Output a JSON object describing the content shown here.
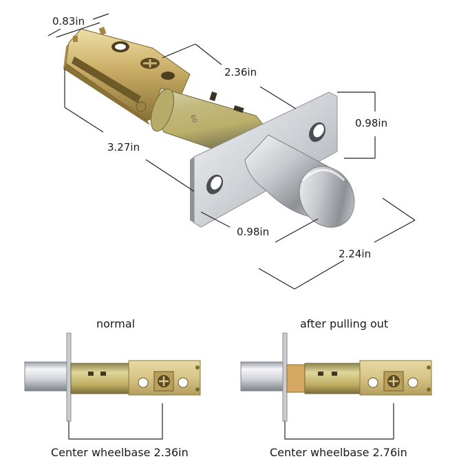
{
  "top_view": {
    "dimensions": {
      "faceplate_width": "0.83in",
      "tube_length": "2.36in",
      "plate_height": "0.98in",
      "overall_length": "3.27in",
      "bolt_diameter": "0.98in",
      "bolt_length": "2.24in"
    }
  },
  "comparison": {
    "normal": {
      "title": "normal",
      "caption": "Center wheelbase 2.36in"
    },
    "extended": {
      "title": "after pulling out",
      "caption": "Center wheelbase 2.76in"
    }
  },
  "colors": {
    "brass": "#c2a867",
    "chrome": "#d8dadd",
    "dimension_line": "#222222"
  }
}
